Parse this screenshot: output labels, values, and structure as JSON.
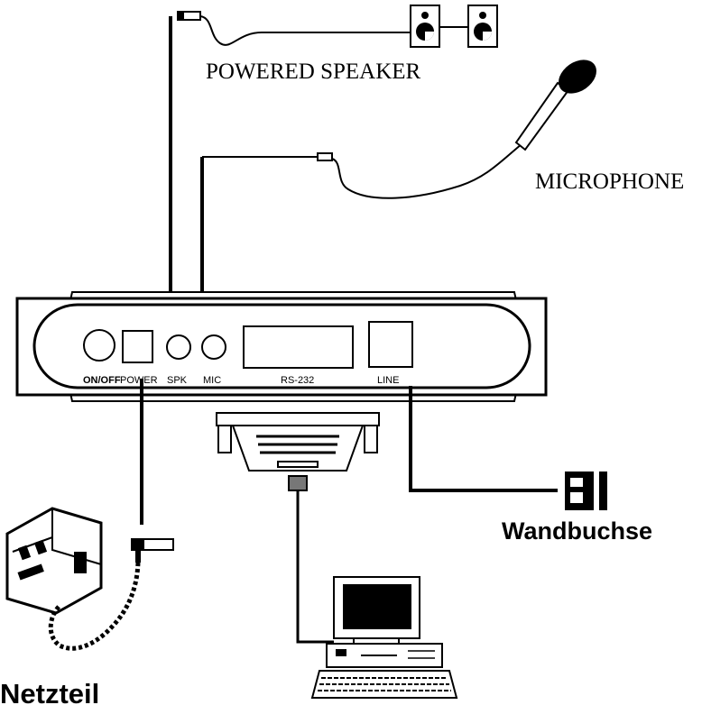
{
  "labels": {
    "powered_speaker": "POWERED SPEAKER",
    "microphone": "MICROPHONE",
    "wall_socket": "Wandbuchse",
    "power_adapter": "Netzteil"
  },
  "ports": {
    "on_off": "ON/OFF",
    "power": "POWER",
    "spk": "SPK",
    "mic": "MIC",
    "rs232": "RS-232",
    "line": "LINE"
  }
}
